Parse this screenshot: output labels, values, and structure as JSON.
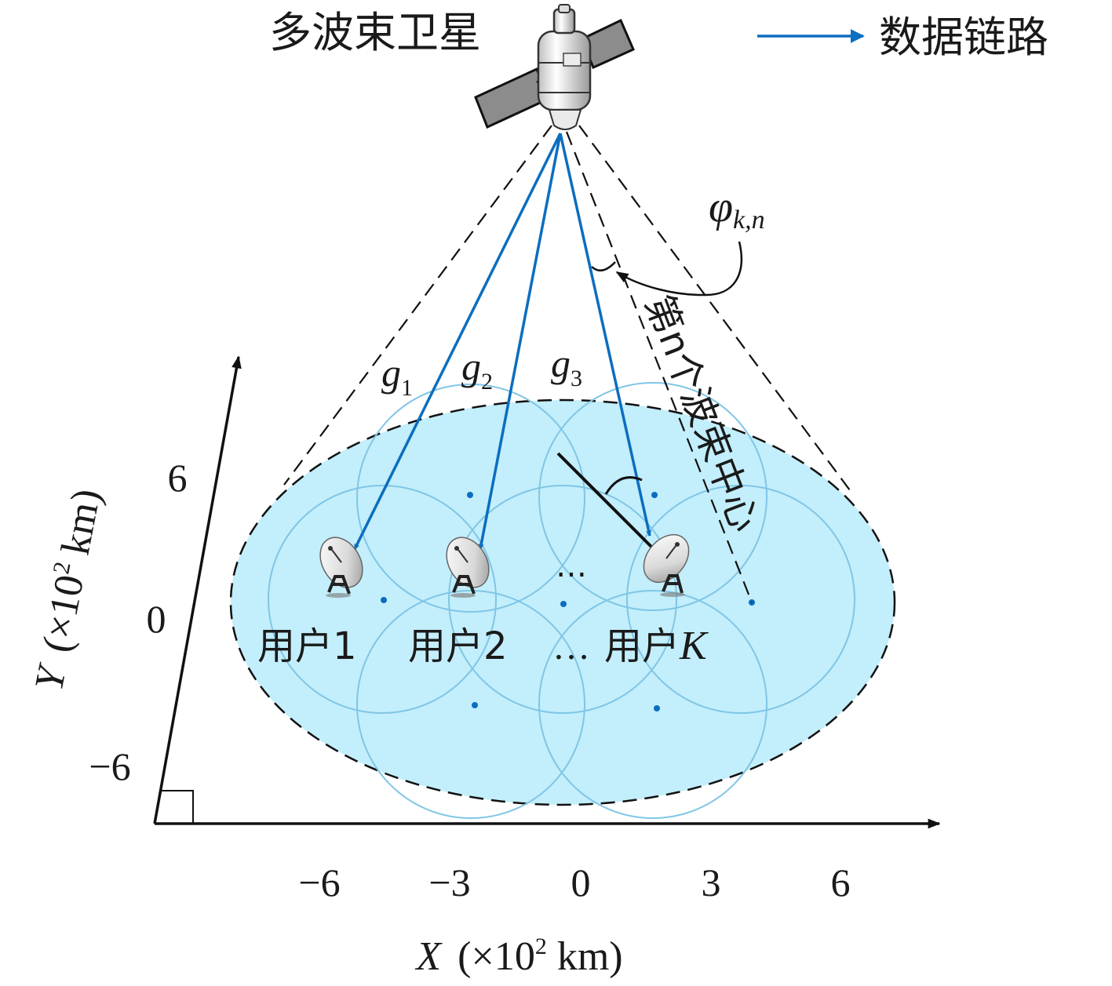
{
  "satellite_label": "多波束卫星",
  "legend": {
    "label": "数据链路",
    "color": "#0b6ebf"
  },
  "colors": {
    "coverage_fill": "#c3eefb",
    "beam_ring": "#7fc6e6",
    "link": "#0b6ebf",
    "beam_center_dot": "#0b6ebf",
    "dash": "#111111"
  },
  "angle_label": {
    "symbol": "φ",
    "subscript": "k,n"
  },
  "beam_center_label": "第n个波束中心",
  "channel_labels": [
    {
      "symbol": "g",
      "subscript": "1"
    },
    {
      "symbol": "g",
      "subscript": "2"
    },
    {
      "symbol": "g",
      "subscript": "3"
    }
  ],
  "users": {
    "user1": "用户1",
    "user2": "用户2",
    "ellipsis": "…",
    "userk_prefix": "用户",
    "userk_symbol": "K",
    "mid_ellipsis": "⋯"
  },
  "x_axis": {
    "title_symbol": "X",
    "title_unit_open": "(×10",
    "title_exp": "2",
    "title_unit_close": " km)",
    "ticks": [
      "−6",
      "−3",
      "0",
      "3",
      "6"
    ]
  },
  "y_axis": {
    "title_symbol": "Y",
    "title_unit_open": "(×10",
    "title_exp": "2",
    "title_unit_close": " km)",
    "ticks": [
      "6",
      "0",
      "−6"
    ]
  },
  "icons": {
    "satellite": "satellite-icon",
    "dish": "satellite-dish-icon"
  }
}
